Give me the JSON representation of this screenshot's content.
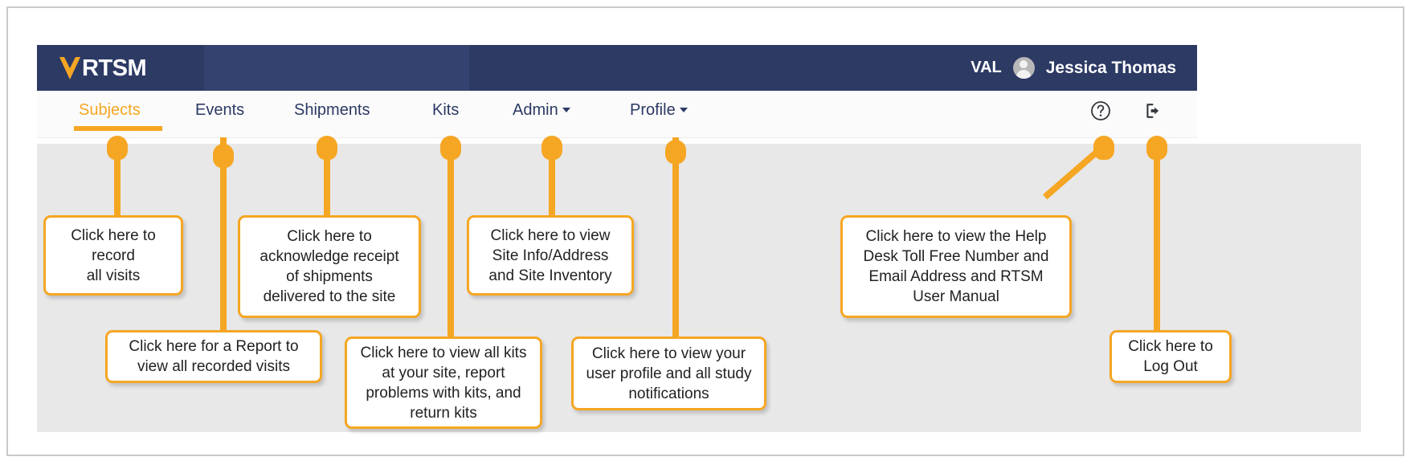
{
  "app": {
    "brand": {
      "logo_text": "RTSM",
      "logo_icon": "veeva-v-icon"
    },
    "header": {
      "environment_label": "VAL",
      "user_name": "Jessica Thomas",
      "avatar_icon": "user-avatar-icon"
    },
    "nav": {
      "items": [
        {
          "label": "Subjects",
          "active": true,
          "has_caret": false
        },
        {
          "label": "Events",
          "active": false,
          "has_caret": false
        },
        {
          "label": "Shipments",
          "active": false,
          "has_caret": false
        },
        {
          "label": "Kits",
          "active": false,
          "has_caret": false
        },
        {
          "label": "Admin",
          "active": false,
          "has_caret": true
        },
        {
          "label": "Profile",
          "active": false,
          "has_caret": true
        }
      ],
      "icons": [
        {
          "name": "help-icon",
          "glyph": "?"
        },
        {
          "name": "logout-icon",
          "glyph": "logout"
        }
      ]
    }
  },
  "callouts": [
    {
      "id": "subjects-callout",
      "target": "Subjects",
      "lines": [
        "Click here to",
        "record",
        "all visits"
      ]
    },
    {
      "id": "events-callout",
      "target": "Events",
      "lines": [
        "Click here for a Report to",
        "view all recorded visits"
      ]
    },
    {
      "id": "shipments-callout",
      "target": "Shipments",
      "lines": [
        "Click here to",
        "acknowledge receipt",
        "of shipments",
        "delivered to the site"
      ]
    },
    {
      "id": "kits-callout",
      "target": "Kits",
      "lines": [
        "Click here to view all kits",
        "at your site, report",
        "problems with kits, and",
        "return kits"
      ]
    },
    {
      "id": "admin-callout",
      "target": "Admin",
      "lines": [
        "Click here to view",
        "Site Info/Address",
        "and Site Inventory"
      ]
    },
    {
      "id": "profile-callout",
      "target": "Profile",
      "lines": [
        "Click here to view your",
        "user profile and all study",
        "notifications"
      ]
    },
    {
      "id": "help-callout",
      "target": "help-icon",
      "lines": [
        "Click here to view the Help",
        "Desk Toll Free Number and",
        "Email Address and RTSM",
        "User Manual"
      ]
    },
    {
      "id": "logout-callout",
      "target": "logout-icon",
      "lines": [
        "Click here to",
        "Log Out"
      ]
    }
  ],
  "colors": {
    "navy": "#2c3a64",
    "orange": "#f5a623",
    "content_gray": "#e8e8e8",
    "nav_background": "#fbfbfb"
  }
}
